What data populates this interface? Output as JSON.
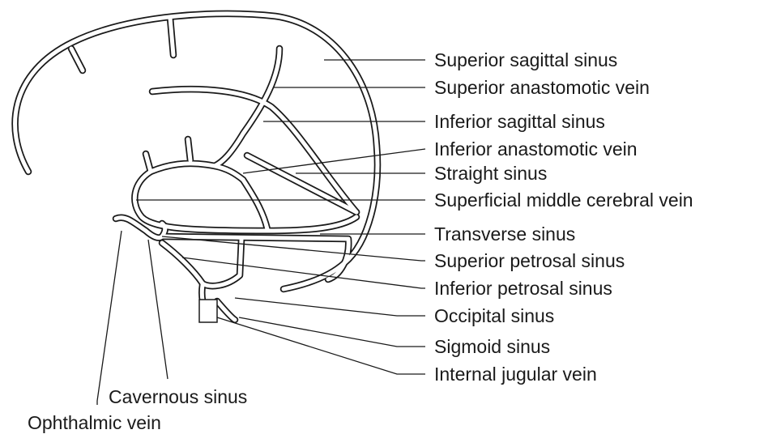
{
  "labels": {
    "superior_sagittal_sinus": "Superior sagittal sinus",
    "superior_anastomotic_vein": "Superior anastomotic vein",
    "inferior_sagittal_sinus": "Inferior sagittal sinus",
    "inferior_anastomotic_vein": "Inferior anastomotic vein",
    "straight_sinus": "Straight sinus",
    "superficial_middle_cerebral_vein": "Superficial middle cerebral vein",
    "transverse_sinus": "Transverse sinus",
    "superior_petrosal_sinus": "Superior petrosal sinus",
    "inferior_petrosal_sinus": "Inferior petrosal sinus",
    "occipital_sinus": "Occipital sinus",
    "sigmoid_sinus": "Sigmoid sinus",
    "internal_jugular_vein": "Internal jugular vein",
    "cavernous_sinus": "Cavernous sinus",
    "ophthalmic_vein": "Ophthalmic vein"
  }
}
